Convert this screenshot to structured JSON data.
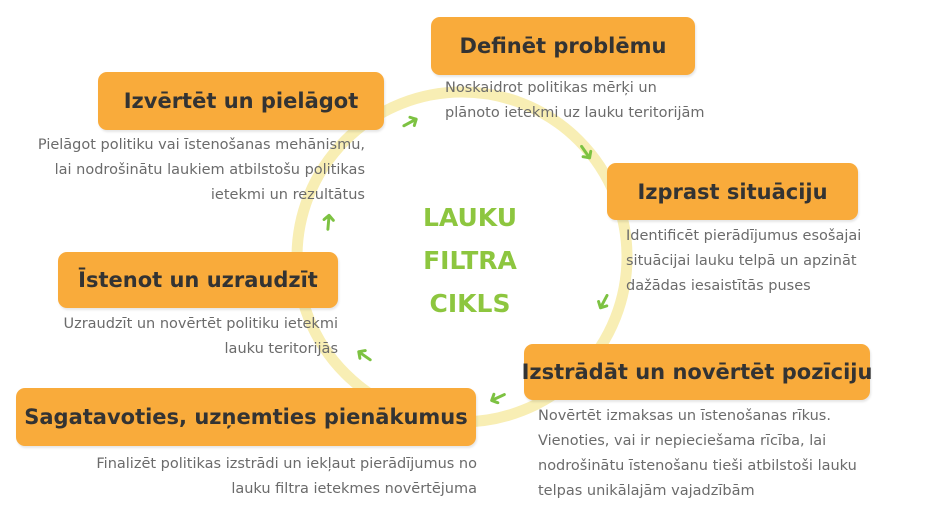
{
  "colors": {
    "box": "#f9ab3b",
    "ring": "#f8eeb4",
    "arrow": "#7dc242",
    "center_text": "#8dc63f",
    "desc_text": "#6b6b6b"
  },
  "center_title": [
    "LAUKU",
    "FILTRA",
    "CIKLS"
  ],
  "steps": [
    {
      "title": "Definēt problēmu",
      "lines": [
        "Noskaidrot politikas mērķi un",
        "plānoto ietekmi uz lauku teritorijām"
      ]
    },
    {
      "title": "Izprast situāciju",
      "lines": [
        "Identificēt pierādījumus esošajai",
        "situācijai lauku telpā un apzināt",
        "dažādas iesaistītās puses"
      ]
    },
    {
      "title": "Izstrādāt un novērtēt pozīciju",
      "lines": [
        "Novērtēt izmaksas un īstenošanas rīkus.",
        "Vienoties, vai ir nepieciešama rīcība, lai",
        "nodrošinātu īstenošanu tieši atbilstoši lauku",
        "telpas unikālajām vajadzībām"
      ]
    },
    {
      "title": "Sagatavoties, uzņemties pienākumus",
      "lines": [
        "Finalizēt politikas izstrādi un iekļaut pierādījumus no",
        "lauku filtra ietekmes novērtējuma"
      ]
    },
    {
      "title": "Īstenot un uzraudzīt",
      "lines": [
        "Uzraudzīt un novērtēt politiku ietekmi",
        "lauku teritorijās"
      ]
    },
    {
      "title": "Izvērtēt un pielāgot",
      "lines": [
        "Pielāgot politiku vai īstenošanas mehānismu,",
        "lai nodrošinātu laukiem atbilstošu politikas",
        "ietekmi un rezultātus"
      ]
    }
  ],
  "arrow_glyph": "➜"
}
